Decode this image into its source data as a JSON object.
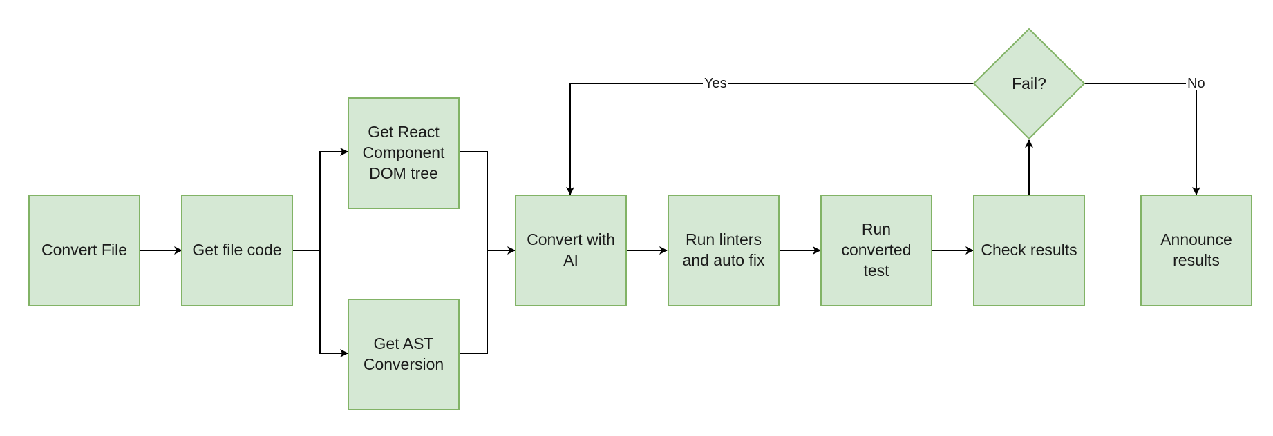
{
  "nodes": {
    "convert_file": "Convert File",
    "get_file_code": "Get file code",
    "get_react_dom": "Get React Component DOM tree",
    "get_ast": "Get AST Conversion",
    "convert_ai": "Convert with AI",
    "run_linters": "Run linters and auto fix",
    "run_test": "Run converted test",
    "check_results": "Check results",
    "fail": "Fail?",
    "announce": "Announce results"
  },
  "edge_labels": {
    "yes": "Yes",
    "no": "No"
  },
  "colors": {
    "node_fill": "#d5e8d4",
    "node_stroke": "#82b366",
    "edge": "#000000"
  }
}
